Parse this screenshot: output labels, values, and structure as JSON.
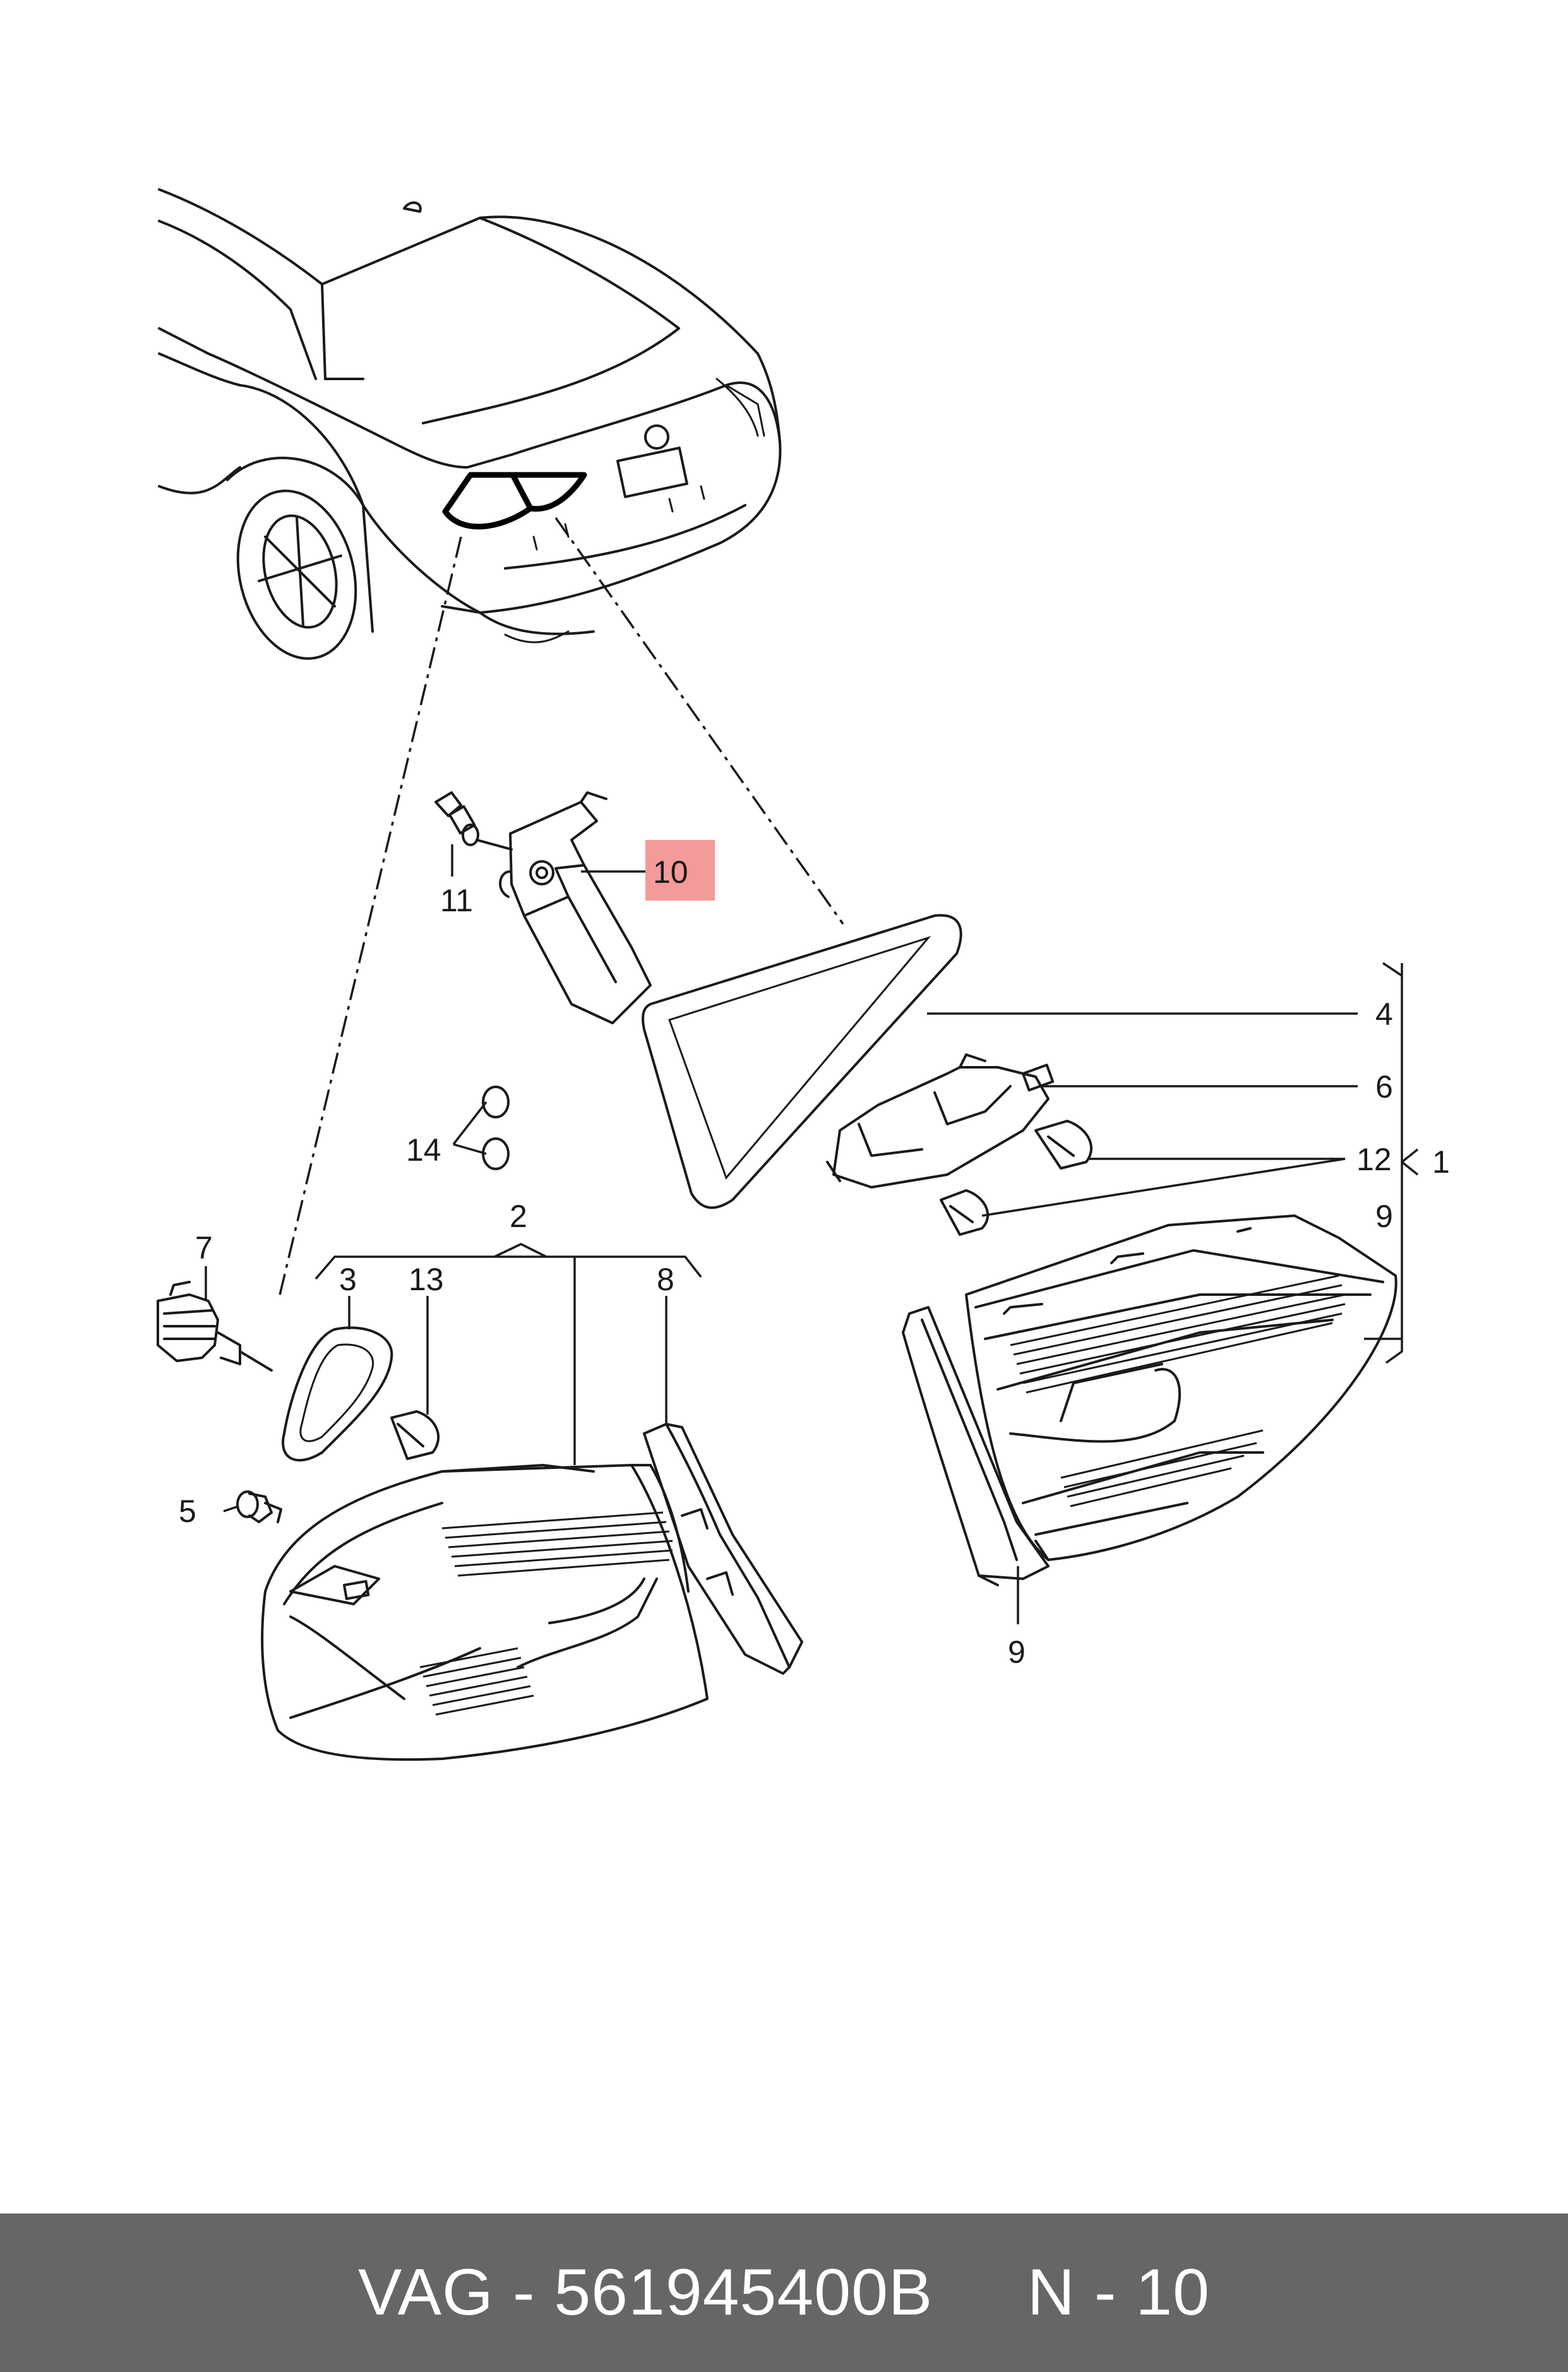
{
  "diagram": {
    "callouts": [
      {
        "id": "1",
        "label": "1"
      },
      {
        "id": "2",
        "label": "2"
      },
      {
        "id": "3",
        "label": "3"
      },
      {
        "id": "4",
        "label": "4"
      },
      {
        "id": "5",
        "label": "5"
      },
      {
        "id": "6",
        "label": "6"
      },
      {
        "id": "7",
        "label": "7"
      },
      {
        "id": "8",
        "label": "8"
      },
      {
        "id": "9a",
        "label": "9"
      },
      {
        "id": "9b",
        "label": "9"
      },
      {
        "id": "10",
        "label": "10"
      },
      {
        "id": "11",
        "label": "11"
      },
      {
        "id": "12",
        "label": "12"
      },
      {
        "id": "13",
        "label": "13"
      },
      {
        "id": "14",
        "label": "14"
      }
    ],
    "highlight_color": "#f39a9a",
    "highlighted_callout": "10"
  },
  "footer": {
    "brand": "VAG",
    "separator": " - ",
    "part_number": "561945400B",
    "page_ref": "N - 10",
    "background": "#666666"
  }
}
